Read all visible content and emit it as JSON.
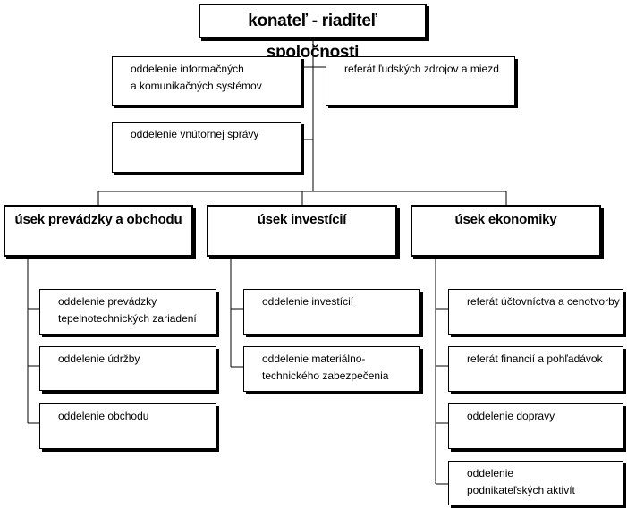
{
  "root": {
    "label": "konateľ - riaditeľ spoločnosti"
  },
  "staff": [
    {
      "id": "informacne-systemy",
      "label": "oddelenie informačných\na komunikačných systémov"
    },
    {
      "id": "ludske-zdroje",
      "label": "referát ľudských zdrojov a miezd"
    },
    {
      "id": "vnutorna-sprava",
      "label": "oddelenie vnútornej správy"
    }
  ],
  "sections": [
    {
      "id": "prevadzka-obchod",
      "label": "úsek prevádzky a obchodu",
      "units": [
        {
          "label": "oddelenie prevádzky\ntepelnotechnických zariadení"
        },
        {
          "label": "oddelenie údržby"
        },
        {
          "label": "oddelenie obchodu"
        }
      ]
    },
    {
      "id": "investicie",
      "label": "úsek investícií",
      "units": [
        {
          "label": "oddelenie investícií"
        },
        {
          "label": "oddelenie materiálno-\ntechnického zabezpečenia"
        }
      ]
    },
    {
      "id": "ekonomika",
      "label": "úsek ekonomiky",
      "units": [
        {
          "label": "referát účtovníctva a cenotvorby"
        },
        {
          "label": "referát financií a pohľadávok"
        },
        {
          "label": "oddelenie dopravy"
        },
        {
          "label": "oddelenie\npodnikateľských aktivít"
        }
      ]
    }
  ]
}
